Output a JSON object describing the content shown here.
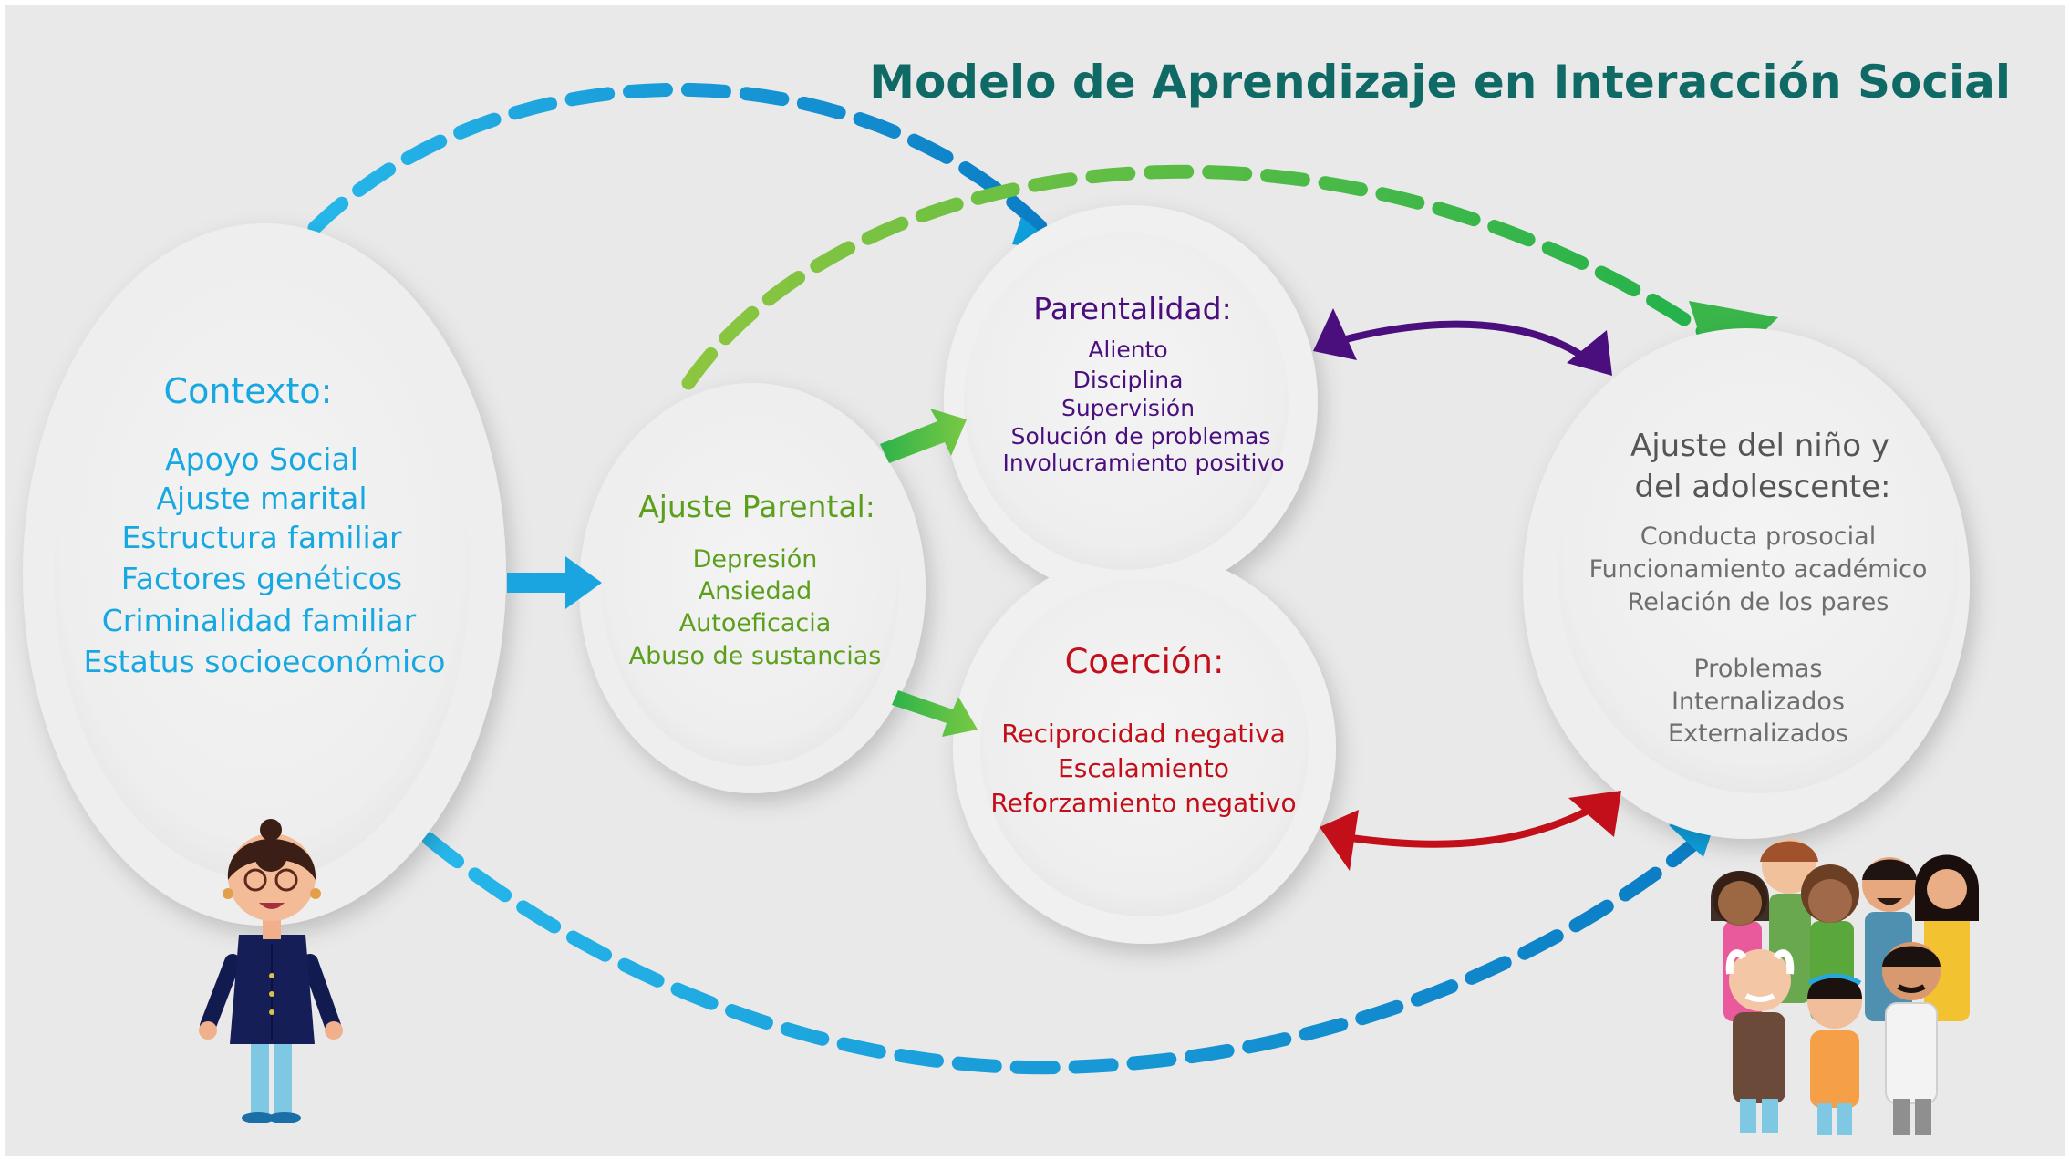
{
  "title": "Modelo de Aprendizaje en Interacción Social",
  "colors": {
    "title": "#0f6a66",
    "contexto": "#17a8e1",
    "ajuste_parental": "#5b9f1c",
    "parentalidad": "#4b0f7d",
    "coercion": "#c20f1a",
    "outcome": "#666666",
    "blue_arrow": "#0e9fdc",
    "green_arrow": "#5cc33a"
  },
  "nodes": {
    "contexto": {
      "heading": "Contexto:",
      "items": [
        "Apoyo Social",
        "Ajuste marital",
        "Estructura familiar",
        "Factores genéticos",
        "Criminalidad familiar",
        "Estatus socioeconómico"
      ]
    },
    "ajuste_parental": {
      "heading": "Ajuste Parental:",
      "items": [
        "Depresión",
        "Ansiedad",
        "Autoeficacia",
        "Abuso de sustancias"
      ]
    },
    "parentalidad": {
      "heading": "Parentalidad:",
      "items": [
        "Aliento",
        "Disciplina",
        "Supervisión",
        "Solución de problemas",
        "Involucramiento positivo"
      ]
    },
    "coercion": {
      "heading": "Coerción:",
      "items": [
        "Reciprocidad negativa",
        "Escalamiento",
        "Reforzamiento negativo"
      ]
    },
    "ajuste_nino": {
      "heading_lines": [
        "Ajuste del niño y",
        "del adolescente:"
      ],
      "items": [
        "Conducta prosocial",
        "Funcionamiento académico",
        "Relación de los pares"
      ],
      "items2": [
        "Problemas",
        "Internalizados",
        "Externalizados"
      ]
    }
  },
  "illustrations": [
    "woman-figure",
    "family-group"
  ]
}
